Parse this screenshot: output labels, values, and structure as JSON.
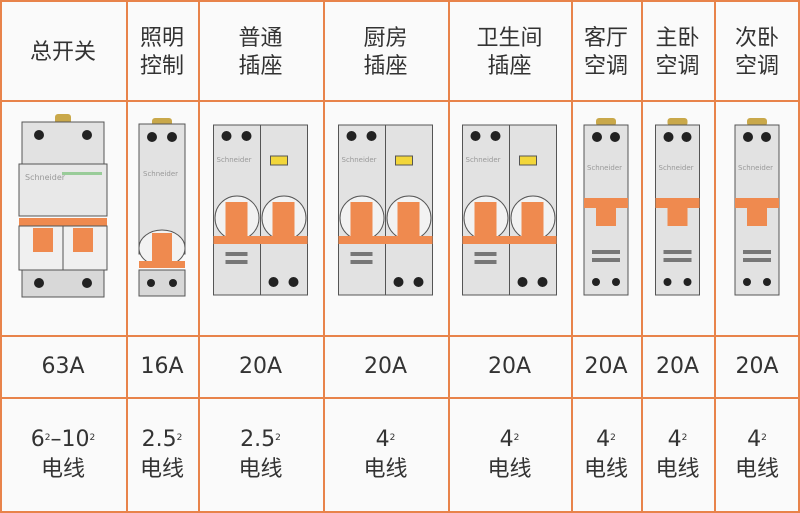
{
  "columns": [
    {
      "header": [
        "总开关"
      ],
      "type": "main",
      "amp": "63A",
      "wire": "6",
      "wire2": "10",
      "wire_label": "电线"
    },
    {
      "header": [
        "照明",
        "控制"
      ],
      "type": "single",
      "amp": "16A",
      "wire": "2.5",
      "wire_label": "电线"
    },
    {
      "header": [
        "普通",
        "插座"
      ],
      "type": "rcd",
      "amp": "20A",
      "wire": "2.5",
      "wire_label": "电线"
    },
    {
      "header": [
        "厨房",
        "插座"
      ],
      "type": "rcd",
      "amp": "20A",
      "wire": "4",
      "wire_label": "电线"
    },
    {
      "header": [
        "卫生间",
        "插座"
      ],
      "type": "rcd",
      "amp": "20A",
      "wire": "4",
      "wire_label": "电线"
    },
    {
      "header": [
        "客厅",
        "空调"
      ],
      "type": "ac",
      "amp": "20A",
      "wire": "4",
      "wire_label": "电线"
    },
    {
      "header": [
        "主卧",
        "空调"
      ],
      "type": "ac",
      "amp": "20A",
      "wire": "4",
      "wire_label": "电线"
    },
    {
      "header": [
        "次卧",
        "空调"
      ],
      "type": "ac",
      "amp": "20A",
      "wire": "4",
      "wire_label": "电线"
    }
  ],
  "brand": "Schneider",
  "sup": "2",
  "colors": {
    "border": "#e8834a",
    "handle": "#ef8a4f",
    "body": "#e2e2e2",
    "indicator": "#f2d63a"
  }
}
